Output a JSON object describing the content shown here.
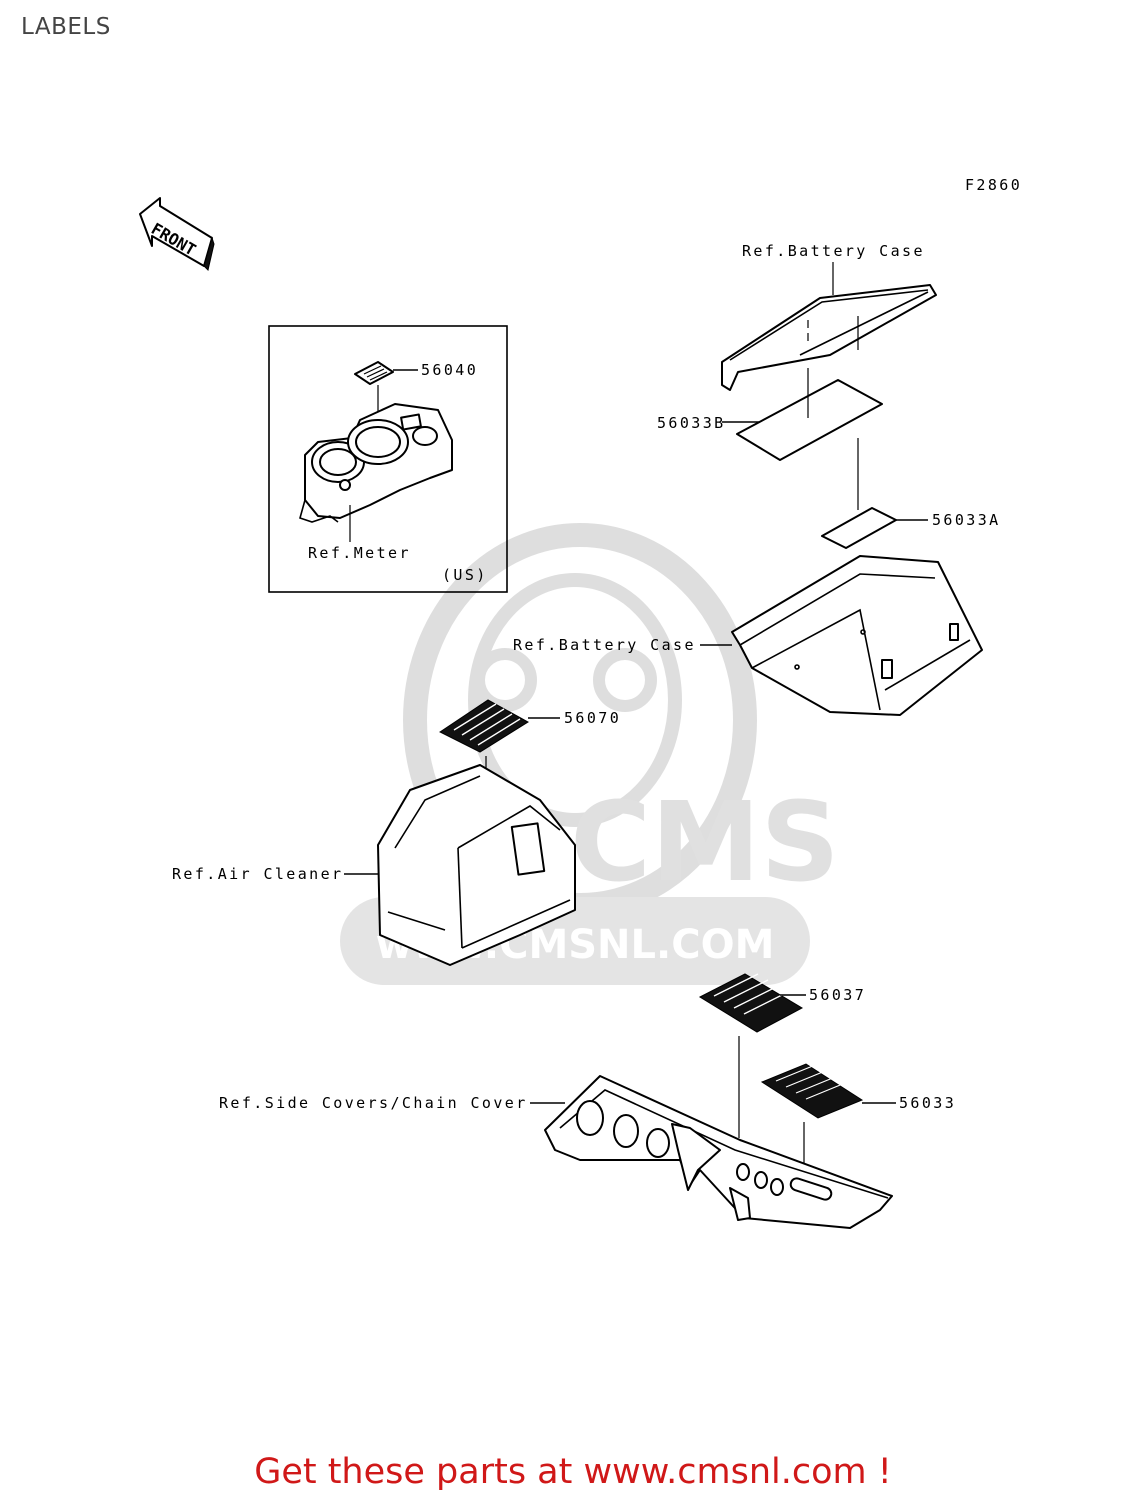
{
  "page": {
    "title": "LABELS",
    "figure_code": "F2860"
  },
  "orientation": {
    "arrow_text": "FRONT"
  },
  "inset": {
    "region_text": "(US)"
  },
  "callouts": {
    "label_56040": "56040",
    "ref_meter": "Ref.Meter",
    "ref_battery_case_top": "Ref.Battery Case",
    "label_56033b": "56033B",
    "label_56033a": "56033A",
    "ref_battery_case_lower": "Ref.Battery Case",
    "label_56070": "56070",
    "ref_air_cleaner": "Ref.Air Cleaner",
    "label_56037": "56037",
    "ref_side_covers": "Ref.Side Covers/Chain Cover",
    "label_56033": "56033"
  },
  "watermark": {
    "logo_text": "CMS",
    "url_text": "www.CMSNL.COM",
    "color": "#bdbdbd"
  },
  "footer": {
    "banner": "Get these parts at www.cmsnl.com !",
    "color": "#d01818"
  }
}
